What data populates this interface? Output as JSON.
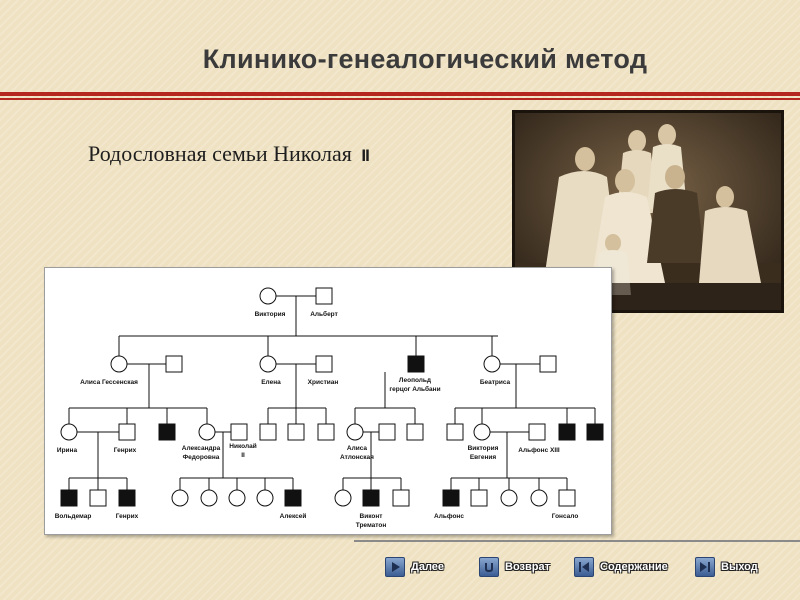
{
  "slide": {
    "title": "Клинико-генеалогический метод",
    "subtitle": "Родословная семьи Николая",
    "subtitle_roman": "II"
  },
  "pedigree": {
    "labels": {
      "victoria": "Виктория",
      "albert": "Альберт",
      "alisa_gessen": "Алиса Гессенская",
      "elena": "Елена",
      "hristian": "Христиан",
      "leopold_1": "Леопольд",
      "leopold_2": "герцог Альбани",
      "beatrisa": "Беатриса",
      "irina": "Ирина",
      "genrih1": "Генрих",
      "aleksandra_1": "Александра",
      "aleksandra_2": "Федоровна",
      "nikolai_1": "Николай",
      "nikolai_2": "II",
      "alisa_atl_1": "Алиса",
      "alisa_atl_2": "Атлонская",
      "victoria_ev_1": "Виктория",
      "victoria_ev_2": "Евгения",
      "alfons13": "Альфонс XIII",
      "voldemar": "Вольдемар",
      "genrih2": "Генрих",
      "aleksei": "Алексей",
      "vikont_1": "Виконт",
      "vikont_2": "Трематон",
      "alfons": "Альфонс",
      "gonsalo": "Гонсало"
    }
  },
  "nav": {
    "next": "Далее",
    "back": "Возврат",
    "contents": "Содержание",
    "exit": "Выход"
  },
  "colors": {
    "accent_red": "#b5261f",
    "nav_icon": "#3b5d93"
  }
}
